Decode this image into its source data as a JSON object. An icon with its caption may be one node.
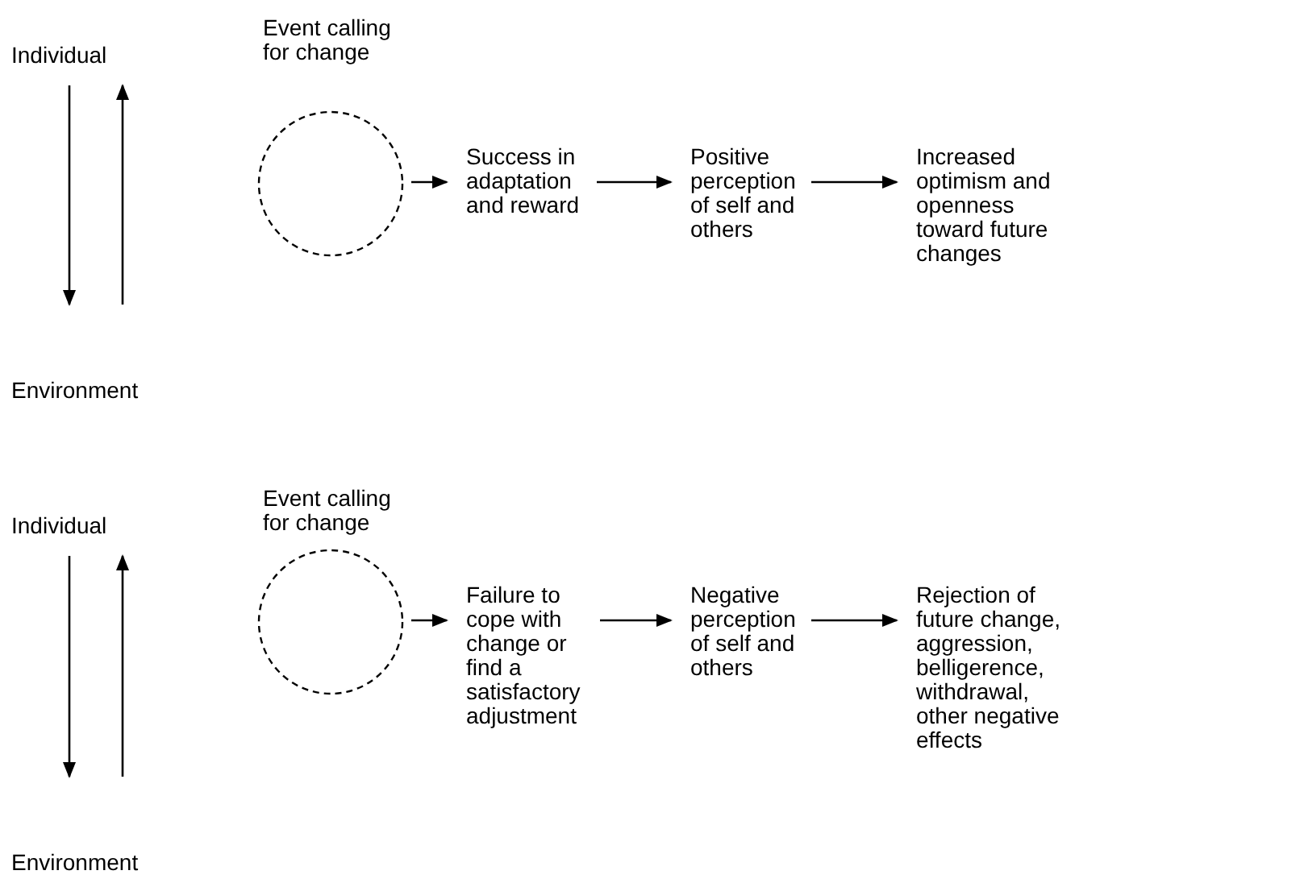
{
  "diagram": {
    "nodes": [
      {
        "text": [
          "Individual"
        ]
      },
      {
        "text": [
          "Environment"
        ]
      },
      {
        "text": [
          "Event calling for change"
        ]
      },
      {
        "text": [
          "Success in adaptation and reward"
        ]
      },
      {
        "text": [
          "Positive perception of self and others"
        ]
      },
      {
        "text": [
          "Increased optimism and openness toward future changes"
        ]
      },
      {
        "text": [
          "Individual"
        ]
      },
      {
        "text": [
          "Environment"
        ]
      },
      {
        "text": [
          "Event calling for change"
        ]
      },
      {
        "text": [
          "Failure to cope with change or find a satisfactory adjustment"
        ]
      },
      {
        "text": [
          "Negative perception of self and others"
        ]
      },
      {
        "text": [
          "Rejection of future change, aggression, belligerence, withdrawal, other negative effects"
        ]
      }
    ],
    "edges": [
      {
        "from": 0,
        "to": 1,
        "arrow": "to"
      },
      {
        "from": 1,
        "to": 0,
        "arrow": "to"
      },
      {
        "from": 2,
        "to": 3,
        "arrow": "to"
      },
      {
        "from": 3,
        "to": 4,
        "arrow": "to"
      },
      {
        "from": 4,
        "to": 5,
        "arrow": "to"
      },
      {
        "from": 6,
        "to": 7,
        "arrow": "to"
      },
      {
        "from": 7,
        "to": 6,
        "arrow": "to"
      },
      {
        "from": 8,
        "to": 9,
        "arrow": "to"
      },
      {
        "from": 9,
        "to": 10,
        "arrow": "to"
      },
      {
        "from": 10,
        "to": 11,
        "arrow": "to"
      }
    ]
  }
}
